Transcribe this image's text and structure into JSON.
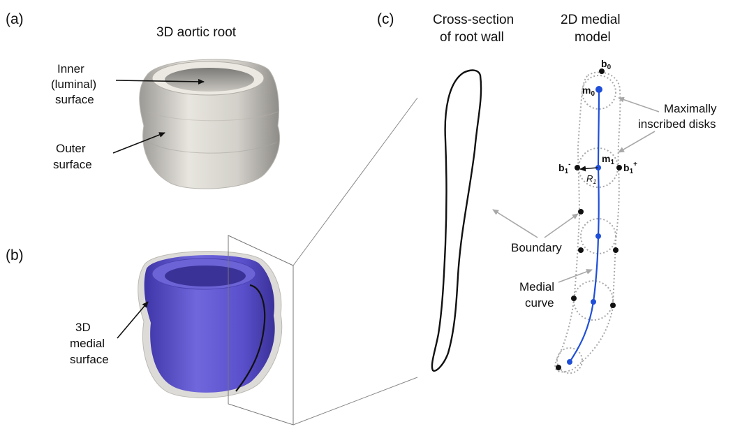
{
  "panels": {
    "a": {
      "label": "(a)",
      "title": "3D aortic root",
      "inner_label": [
        "Inner",
        "(luminal)",
        "surface"
      ],
      "outer_label": [
        "Outer",
        "surface"
      ]
    },
    "b": {
      "label": "(b)",
      "medial_label": [
        "3D",
        "medial",
        "surface"
      ]
    },
    "c": {
      "label": "(c)",
      "cross_section_title": [
        "Cross-section",
        "of root wall"
      ],
      "medial_model_title": [
        "2D medial",
        "model"
      ],
      "disks_label": [
        "Maximally",
        "inscribed disks"
      ],
      "boundary_label": "Boundary",
      "medial_curve_label": [
        "Medial",
        "curve"
      ],
      "point_b0": "b",
      "point_b0_sub": "0",
      "point_m0": "m",
      "point_m0_sub": "0",
      "point_m1": "m",
      "point_m1_sub": "1",
      "point_b1_minus": "b",
      "point_b1_minus_sub": "1",
      "point_b1_minus_sup": "-",
      "point_b1_plus": "b",
      "point_b1_plus_sub": "1",
      "point_b1_plus_sup": "+",
      "radius_label": "R",
      "radius_sub": "1"
    }
  },
  "colors": {
    "surface_grey": "#d9d6d0",
    "medial_blue": "#5b4fcc",
    "curve_blue": "#1f4fd8",
    "dotted_grey": "#a8a8a8",
    "line_black": "#111111"
  }
}
